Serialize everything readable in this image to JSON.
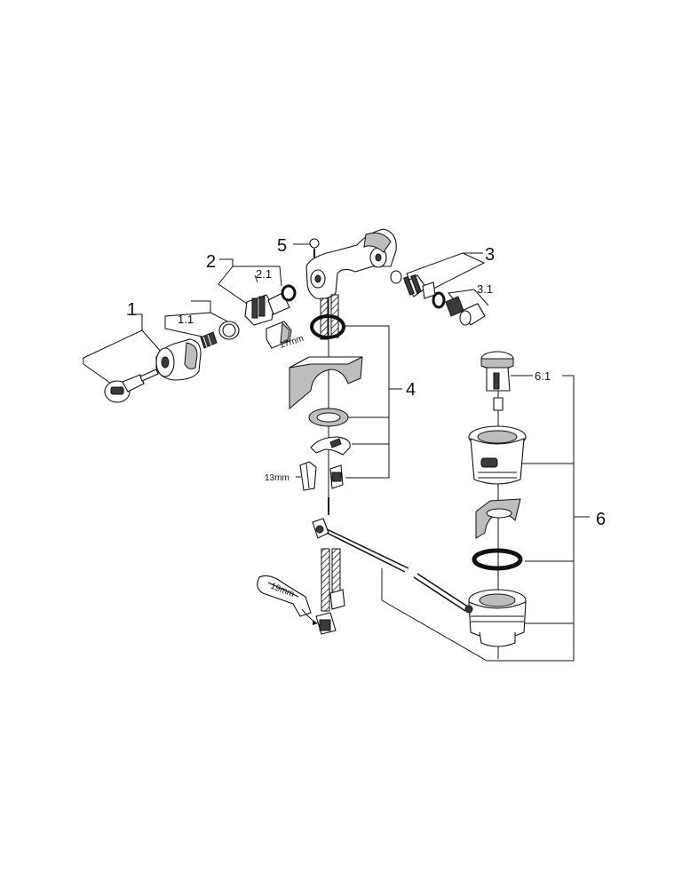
{
  "callouts": {
    "c1": "1",
    "c1_1": "1.1",
    "c2": "2",
    "c2_1": "2.1",
    "c3": "3",
    "c3_1": "3.1",
    "c4": "4",
    "c5": "5",
    "c6": "6",
    "c6_1": "6.1"
  },
  "tool_sizes": {
    "wrench_17": "17mm",
    "wrench_13": "13mm",
    "wrench_19": "19mm"
  }
}
